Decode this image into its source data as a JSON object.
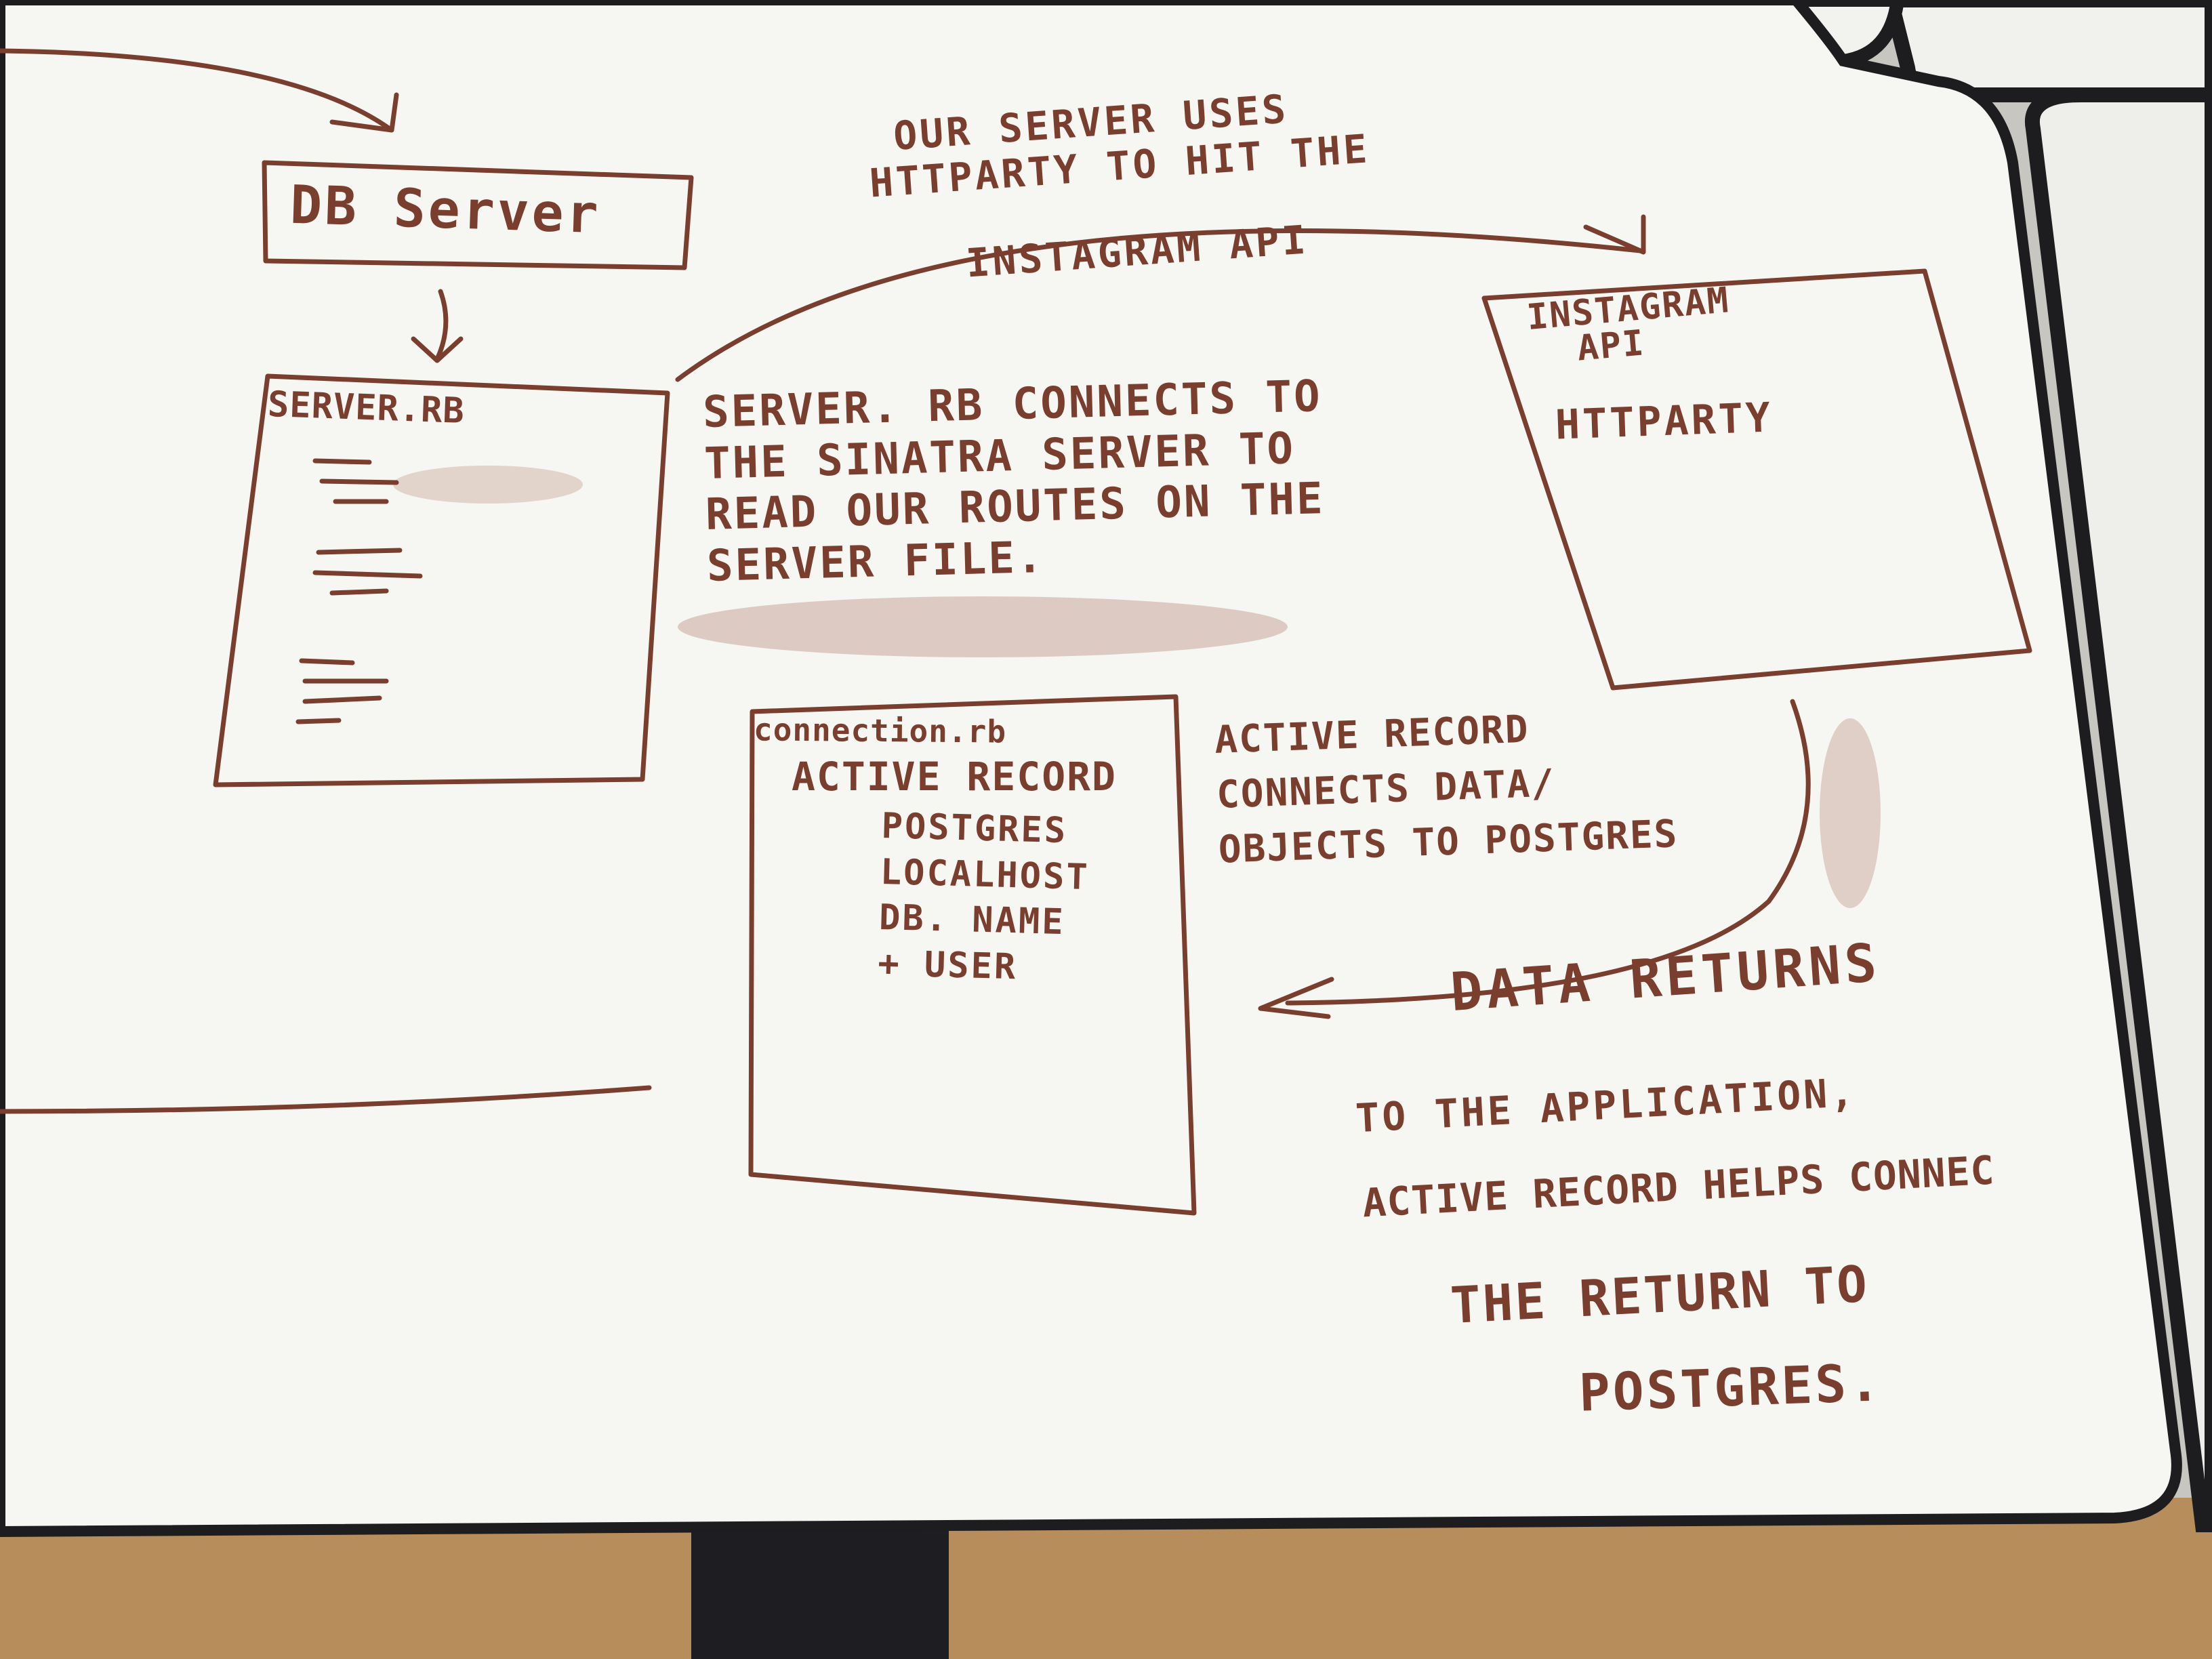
{
  "colors": {
    "ink": "#7a3e2e",
    "board": "#f6f6f3",
    "board_edge": "#1d1d1f",
    "floor": "#b88d5c",
    "smudge": "#c9a89b"
  },
  "boxes": {
    "db_server": {
      "label": "DB Server"
    },
    "server_rb": {
      "label": "SERVER.RB"
    },
    "instagram_api": {
      "label_lines": [
        "INSTAGRAM",
        "API"
      ],
      "content": "HTTPARTY"
    },
    "connection_rb": {
      "label": "connection.rb",
      "title": "ACTIVE RECORD",
      "items": [
        "POSTGRES",
        "LOCALHOST",
        "DB. NAME",
        "+ USER"
      ]
    }
  },
  "notes": {
    "server_uses": [
      "OUR SERVER USES",
      "HTTPARTY TO HIT THE"
    ],
    "instagram_api_label": "INSTAGRAM API",
    "server_connects": [
      "SERVER. RB CONNECTS TO",
      "THE SINATRA SERVER TO",
      "READ OUR ROUTES ON THE",
      "SERVER FILE."
    ],
    "active_record_connects": [
      "ACTIVE RECORD",
      "CONNECTS DATA/",
      "OBJECTS TO POSTGRES"
    ],
    "data_returns": [
      "DATA RETURNS",
      "TO THE APPLICATION,",
      "ACTIVE RECORD HELPS CONNEC",
      "THE RETURN TO",
      "POSTGRES."
    ]
  }
}
